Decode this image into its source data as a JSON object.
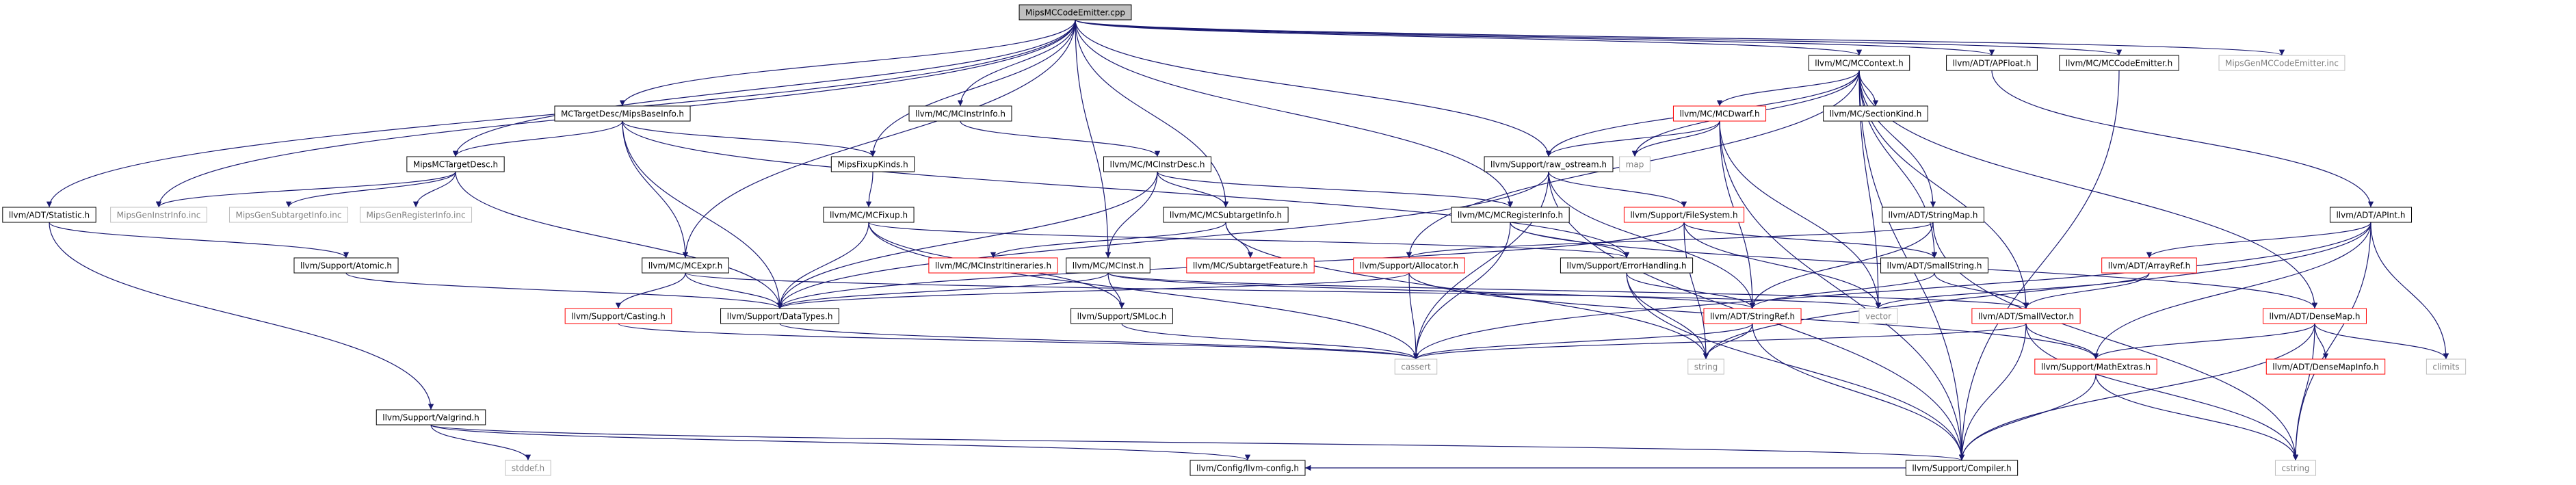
{
  "title": "MipsMCCodeEmitter.cpp",
  "colors": {
    "edge": "#191970",
    "root_fill": "#bfbfbf",
    "node_border": "#000000",
    "red_border": "#ff0000",
    "gray_border": "#bfbfbf",
    "text": "#000000",
    "external_text": "#7f7f7f",
    "background": "#ffffff"
  },
  "nodes": [
    {
      "id": "n_root",
      "label": "MipsMCCodeEmitter.cpp",
      "style": "root"
    },
    {
      "id": "n_mccontext",
      "label": "llvm/MC/MCContext.h",
      "style": "normal"
    },
    {
      "id": "n_apfloat",
      "label": "llvm/ADT/APFloat.h",
      "style": "normal"
    },
    {
      "id": "n_mccodeemitter",
      "label": "llvm/MC/MCCodeEmitter.h",
      "style": "normal"
    },
    {
      "id": "n_mipsgenemitter",
      "label": "MipsGenMCCodeEmitter.inc",
      "style": "external"
    },
    {
      "id": "n_mctargetdesc_base",
      "label": "MCTargetDesc/MipsBaseInfo.h",
      "style": "normal"
    },
    {
      "id": "n_mcinstrinfo",
      "label": "llvm/MC/MCInstrInfo.h",
      "style": "normal"
    },
    {
      "id": "n_mcdwarf",
      "label": "llvm/MC/MCDwarf.h",
      "style": "red"
    },
    {
      "id": "n_sectionkind",
      "label": "llvm/MC/SectionKind.h",
      "style": "normal"
    },
    {
      "id": "n_map",
      "label": "map",
      "style": "external"
    },
    {
      "id": "n_mipsmctargetdesc",
      "label": "MipsMCTargetDesc.h",
      "style": "normal"
    },
    {
      "id": "n_mipsfixupkinds",
      "label": "MipsFixupKinds.h",
      "style": "normal"
    },
    {
      "id": "n_mcinstrdesc",
      "label": "llvm/MC/MCInstrDesc.h",
      "style": "normal"
    },
    {
      "id": "n_rawostream",
      "label": "llvm/Support/raw_ostream.h",
      "style": "normal"
    },
    {
      "id": "n_statistic",
      "label": "llvm/ADT/Statistic.h",
      "style": "normal"
    },
    {
      "id": "n_mipsgeninstrinfo",
      "label": "MipsGenInstrInfo.inc",
      "style": "external"
    },
    {
      "id": "n_mipsgensubtarget",
      "label": "MipsGenSubtargetInfo.inc",
      "style": "external"
    },
    {
      "id": "n_mipsgenregister",
      "label": "MipsGenRegisterInfo.inc",
      "style": "external"
    },
    {
      "id": "n_mcfixup",
      "label": "llvm/MC/MCFixup.h",
      "style": "normal"
    },
    {
      "id": "n_mcsubtargetinfo",
      "label": "llvm/MC/MCSubtargetInfo.h",
      "style": "normal"
    },
    {
      "id": "n_mcregisterinfo",
      "label": "llvm/MC/MCRegisterInfo.h",
      "style": "normal"
    },
    {
      "id": "n_filesystem",
      "label": "llvm/Support/FileSystem.h",
      "style": "red"
    },
    {
      "id": "n_stringmap",
      "label": "llvm/ADT/StringMap.h",
      "style": "normal"
    },
    {
      "id": "n_apint",
      "label": "llvm/ADT/APInt.h",
      "style": "normal"
    },
    {
      "id": "n_atomic",
      "label": "llvm/Support/Atomic.h",
      "style": "normal"
    },
    {
      "id": "n_mcexpr",
      "label": "llvm/MC/MCExpr.h",
      "style": "normal"
    },
    {
      "id": "n_mcinstritineraries",
      "label": "llvm/MC/MCInstrItineraries.h",
      "style": "red"
    },
    {
      "id": "n_mcinst",
      "label": "llvm/MC/MCInst.h",
      "style": "normal"
    },
    {
      "id": "n_subtargetfeature",
      "label": "llvm/MC/SubtargetFeature.h",
      "style": "red"
    },
    {
      "id": "n_allocator",
      "label": "llvm/Support/Allocator.h",
      "style": "red"
    },
    {
      "id": "n_errorhandling",
      "label": "llvm/Support/ErrorHandling.h",
      "style": "normal"
    },
    {
      "id": "n_smallstring",
      "label": "llvm/ADT/SmallString.h",
      "style": "normal"
    },
    {
      "id": "n_arrayref",
      "label": "llvm/ADT/ArrayRef.h",
      "style": "red"
    },
    {
      "id": "n_casting",
      "label": "llvm/Support/Casting.h",
      "style": "red"
    },
    {
      "id": "n_datatypes",
      "label": "llvm/Support/DataTypes.h",
      "style": "normal"
    },
    {
      "id": "n_smloc",
      "label": "llvm/Support/SMLoc.h",
      "style": "normal"
    },
    {
      "id": "n_stringref",
      "label": "llvm/ADT/StringRef.h",
      "style": "red"
    },
    {
      "id": "n_vector",
      "label": "vector",
      "style": "external"
    },
    {
      "id": "n_smallvector",
      "label": "llvm/ADT/SmallVector.h",
      "style": "red"
    },
    {
      "id": "n_densemap",
      "label": "llvm/ADT/DenseMap.h",
      "style": "red"
    },
    {
      "id": "n_cassert",
      "label": "cassert",
      "style": "external"
    },
    {
      "id": "n_string",
      "label": "string",
      "style": "external"
    },
    {
      "id": "n_mathextras",
      "label": "llvm/Support/MathExtras.h",
      "style": "red"
    },
    {
      "id": "n_densemapinfo",
      "label": "llvm/ADT/DenseMapInfo.h",
      "style": "red"
    },
    {
      "id": "n_climits",
      "label": "climits",
      "style": "external"
    },
    {
      "id": "n_valgrind",
      "label": "llvm/Support/Valgrind.h",
      "style": "normal"
    },
    {
      "id": "n_stddef",
      "label": "stddef.h",
      "style": "external"
    },
    {
      "id": "n_compiler",
      "label": "llvm/Support/Compiler.h",
      "style": "normal"
    },
    {
      "id": "n_cstring",
      "label": "cstring",
      "style": "external"
    },
    {
      "id": "n_llvmconfig",
      "label": "llvm/Config/llvm-config.h",
      "style": "normal"
    }
  ],
  "edges": [
    [
      "n_root",
      "n_mccontext"
    ],
    [
      "n_root",
      "n_apfloat"
    ],
    [
      "n_root",
      "n_mccodeemitter"
    ],
    [
      "n_root",
      "n_mipsgenemitter"
    ],
    [
      "n_root",
      "n_mctargetdesc_base"
    ],
    [
      "n_root",
      "n_mcinstrinfo"
    ],
    [
      "n_root",
      "n_mipsmctargetdesc"
    ],
    [
      "n_root",
      "n_mipsfixupkinds"
    ],
    [
      "n_root",
      "n_rawostream"
    ],
    [
      "n_root",
      "n_statistic"
    ],
    [
      "n_root",
      "n_mipsgeninstrinfo"
    ],
    [
      "n_root",
      "n_mcsubtargetinfo"
    ],
    [
      "n_root",
      "n_mcregisterinfo"
    ],
    [
      "n_root",
      "n_mcexpr"
    ],
    [
      "n_root",
      "n_mcinst"
    ],
    [
      "n_mccontext",
      "n_mcdwarf"
    ],
    [
      "n_mccontext",
      "n_sectionkind"
    ],
    [
      "n_mccontext",
      "n_map"
    ],
    [
      "n_mccontext",
      "n_rawostream"
    ],
    [
      "n_mccontext",
      "n_stringmap"
    ],
    [
      "n_mccontext",
      "n_smallstring"
    ],
    [
      "n_mccontext",
      "n_allocator"
    ],
    [
      "n_mccontext",
      "n_smallvector"
    ],
    [
      "n_mccontext",
      "n_compiler"
    ],
    [
      "n_mccontext",
      "n_densemap"
    ],
    [
      "n_mccontext",
      "n_vector"
    ],
    [
      "n_apfloat",
      "n_apint"
    ],
    [
      "n_mccodeemitter",
      "n_compiler"
    ],
    [
      "n_mctargetdesc_base",
      "n_mipsmctargetdesc"
    ],
    [
      "n_mctargetdesc_base",
      "n_mipsfixupkinds"
    ],
    [
      "n_mctargetdesc_base",
      "n_mcexpr"
    ],
    [
      "n_mctargetdesc_base",
      "n_datatypes"
    ],
    [
      "n_mctargetdesc_base",
      "n_errorhandling"
    ],
    [
      "n_mcinstrinfo",
      "n_mcinstrdesc"
    ],
    [
      "n_mcdwarf",
      "n_map"
    ],
    [
      "n_mcdwarf",
      "n_rawostream"
    ],
    [
      "n_mcdwarf",
      "n_stringref"
    ],
    [
      "n_mcdwarf",
      "n_vector"
    ],
    [
      "n_mcdwarf",
      "n_compiler"
    ],
    [
      "n_mipsmctargetdesc",
      "n_mipsgeninstrinfo"
    ],
    [
      "n_mipsmctargetdesc",
      "n_mipsgensubtarget"
    ],
    [
      "n_mipsmctargetdesc",
      "n_mipsgenregister"
    ],
    [
      "n_mipsmctargetdesc",
      "n_datatypes"
    ],
    [
      "n_mipsfixupkinds",
      "n_mcfixup"
    ],
    [
      "n_mcinstrdesc",
      "n_mcregisterinfo"
    ],
    [
      "n_mcinstrdesc",
      "n_mcinst"
    ],
    [
      "n_mcinstrdesc",
      "n_datatypes"
    ],
    [
      "n_mcinstrdesc",
      "n_mcsubtargetinfo"
    ],
    [
      "n_rawostream",
      "n_filesystem"
    ],
    [
      "n_rawostream",
      "n_stringref"
    ],
    [
      "n_rawostream",
      "n_datatypes"
    ],
    [
      "n_rawostream",
      "n_compiler"
    ],
    [
      "n_rawostream",
      "n_cassert"
    ],
    [
      "n_statistic",
      "n_atomic"
    ],
    [
      "n_statistic",
      "n_valgrind"
    ],
    [
      "n_mcfixup",
      "n_errorhandling"
    ],
    [
      "n_mcfixup",
      "n_datatypes"
    ],
    [
      "n_mcfixup",
      "n_smloc"
    ],
    [
      "n_mcfixup",
      "n_cassert"
    ],
    [
      "n_mcsubtargetinfo",
      "n_mcinstritineraries"
    ],
    [
      "n_mcsubtargetinfo",
      "n_subtargetfeature"
    ],
    [
      "n_mcsubtargetinfo",
      "n_string"
    ],
    [
      "n_mcregisterinfo",
      "n_errorhandling"
    ],
    [
      "n_mcregisterinfo",
      "n_densemap"
    ],
    [
      "n_mcregisterinfo",
      "n_cassert"
    ],
    [
      "n_filesystem",
      "n_smallstring"
    ],
    [
      "n_filesystem",
      "n_datatypes"
    ],
    [
      "n_filesystem",
      "n_string"
    ],
    [
      "n_filesystem",
      "n_vector"
    ],
    [
      "n_stringmap",
      "n_stringref"
    ],
    [
      "n_stringmap",
      "n_allocator"
    ],
    [
      "n_stringmap",
      "n_cstring"
    ],
    [
      "n_apint",
      "n_arrayref"
    ],
    [
      "n_apint",
      "n_mathextras"
    ],
    [
      "n_apint",
      "n_cassert"
    ],
    [
      "n_apint",
      "n_climits"
    ],
    [
      "n_apint",
      "n_cstring"
    ],
    [
      "n_apint",
      "n_string"
    ],
    [
      "n_atomic",
      "n_datatypes"
    ],
    [
      "n_mcexpr",
      "n_casting"
    ],
    [
      "n_mcexpr",
      "n_datatypes"
    ],
    [
      "n_mcexpr",
      "n_vector"
    ],
    [
      "n_mcinst",
      "n_smloc"
    ],
    [
      "n_mcinst",
      "n_stringref"
    ],
    [
      "n_mcinst",
      "n_datatypes"
    ],
    [
      "n_mcinst",
      "n_smallvector"
    ],
    [
      "n_allocator",
      "n_datatypes"
    ],
    [
      "n_allocator",
      "n_mathextras"
    ],
    [
      "n_allocator",
      "n_cassert"
    ],
    [
      "n_errorhandling",
      "n_compiler"
    ],
    [
      "n_errorhandling",
      "n_stringref"
    ],
    [
      "n_errorhandling",
      "n_string"
    ],
    [
      "n_smallstring",
      "n_stringref"
    ],
    [
      "n_smallstring",
      "n_smallvector"
    ],
    [
      "n_arrayref",
      "n_smallvector"
    ],
    [
      "n_arrayref",
      "n_vector"
    ],
    [
      "n_casting",
      "n_cassert"
    ],
    [
      "n_smloc",
      "n_cassert"
    ],
    [
      "n_stringref",
      "n_compiler"
    ],
    [
      "n_stringref",
      "n_string"
    ],
    [
      "n_stringref",
      "n_cassert"
    ],
    [
      "n_smallvector",
      "n_compiler"
    ],
    [
      "n_smallvector",
      "n_mathextras"
    ],
    [
      "n_smallvector",
      "n_cassert"
    ],
    [
      "n_smallvector",
      "n_cstring"
    ],
    [
      "n_densemap",
      "n_densemapinfo"
    ],
    [
      "n_densemap",
      "n_mathextras"
    ],
    [
      "n_densemap",
      "n_climits"
    ],
    [
      "n_densemap",
      "n_cstring"
    ],
    [
      "n_densemap",
      "n_compiler"
    ],
    [
      "n_mathextras",
      "n_compiler"
    ],
    [
      "n_mathextras",
      "n_cstring"
    ],
    [
      "n_valgrind",
      "n_stddef"
    ],
    [
      "n_valgrind",
      "n_compiler"
    ],
    [
      "n_valgrind",
      "n_llvmconfig"
    ],
    [
      "n_compiler",
      "n_llvmconfig"
    ],
    [
      "n_datatypes",
      "n_cassert"
    ]
  ]
}
